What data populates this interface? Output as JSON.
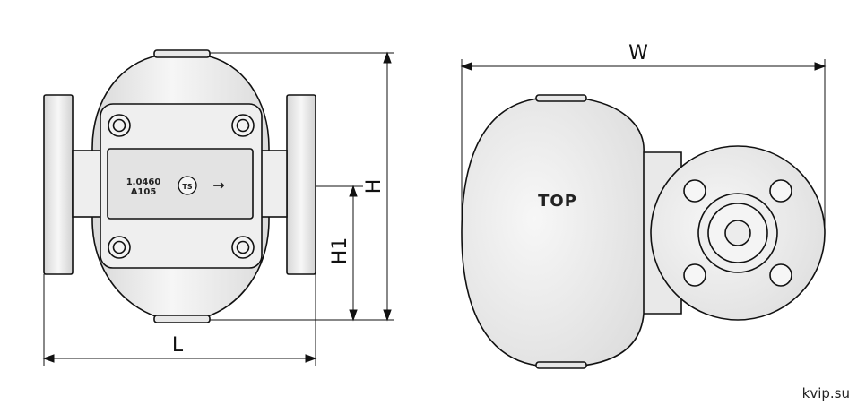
{
  "dimensions": {
    "length_label": "L",
    "height_label": "H",
    "inlet_height_label": "H1",
    "width_label": "W"
  },
  "nameplate": {
    "material_line1": "1.0460",
    "material_line2": "A105",
    "logo_text": "TS",
    "flow_arrow": "→"
  },
  "side_view": {
    "orientation_label": "TOP"
  },
  "watermark": "kvip.su",
  "colors": {
    "body_fill": "#ededed",
    "stroke": "#111111"
  }
}
